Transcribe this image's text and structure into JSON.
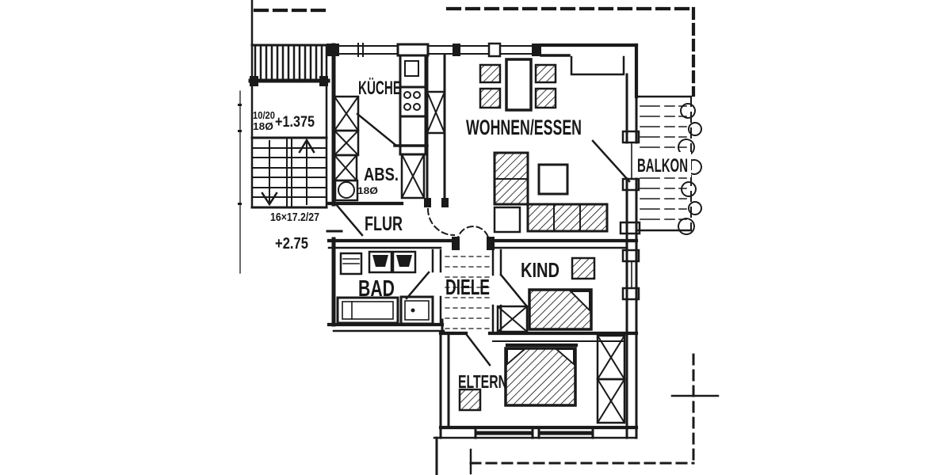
{
  "plan": {
    "background_color": "#ffffff",
    "ink_color": "#1a1a1a",
    "drawing_style": "scanned black-and-white apartment floor plan"
  },
  "rooms": [
    {
      "id": "kueche",
      "label": "KÜCHE"
    },
    {
      "id": "abs",
      "label": "ABS."
    },
    {
      "id": "flur",
      "label": "FLUR"
    },
    {
      "id": "wohnen-essen",
      "label": "WOHNEN/ESSEN"
    },
    {
      "id": "balkon",
      "label": "BALKON"
    },
    {
      "id": "bad",
      "label": "BAD"
    },
    {
      "id": "diele",
      "label": "DIELE"
    },
    {
      "id": "kind",
      "label": "KIND"
    },
    {
      "id": "eltern",
      "label": "ELTERN"
    }
  ],
  "annotations": [
    {
      "id": "stair-post-size",
      "label": "10/20"
    },
    {
      "id": "stair-post-diameter",
      "label": "18Ø"
    },
    {
      "id": "level-half-landing",
      "label": "+1.375"
    },
    {
      "id": "stair-riser-tread",
      "label": "16×17.2/27"
    },
    {
      "id": "level-floor",
      "label": "+2.75"
    },
    {
      "id": "duct-diameter",
      "label": "18Ø"
    }
  ]
}
